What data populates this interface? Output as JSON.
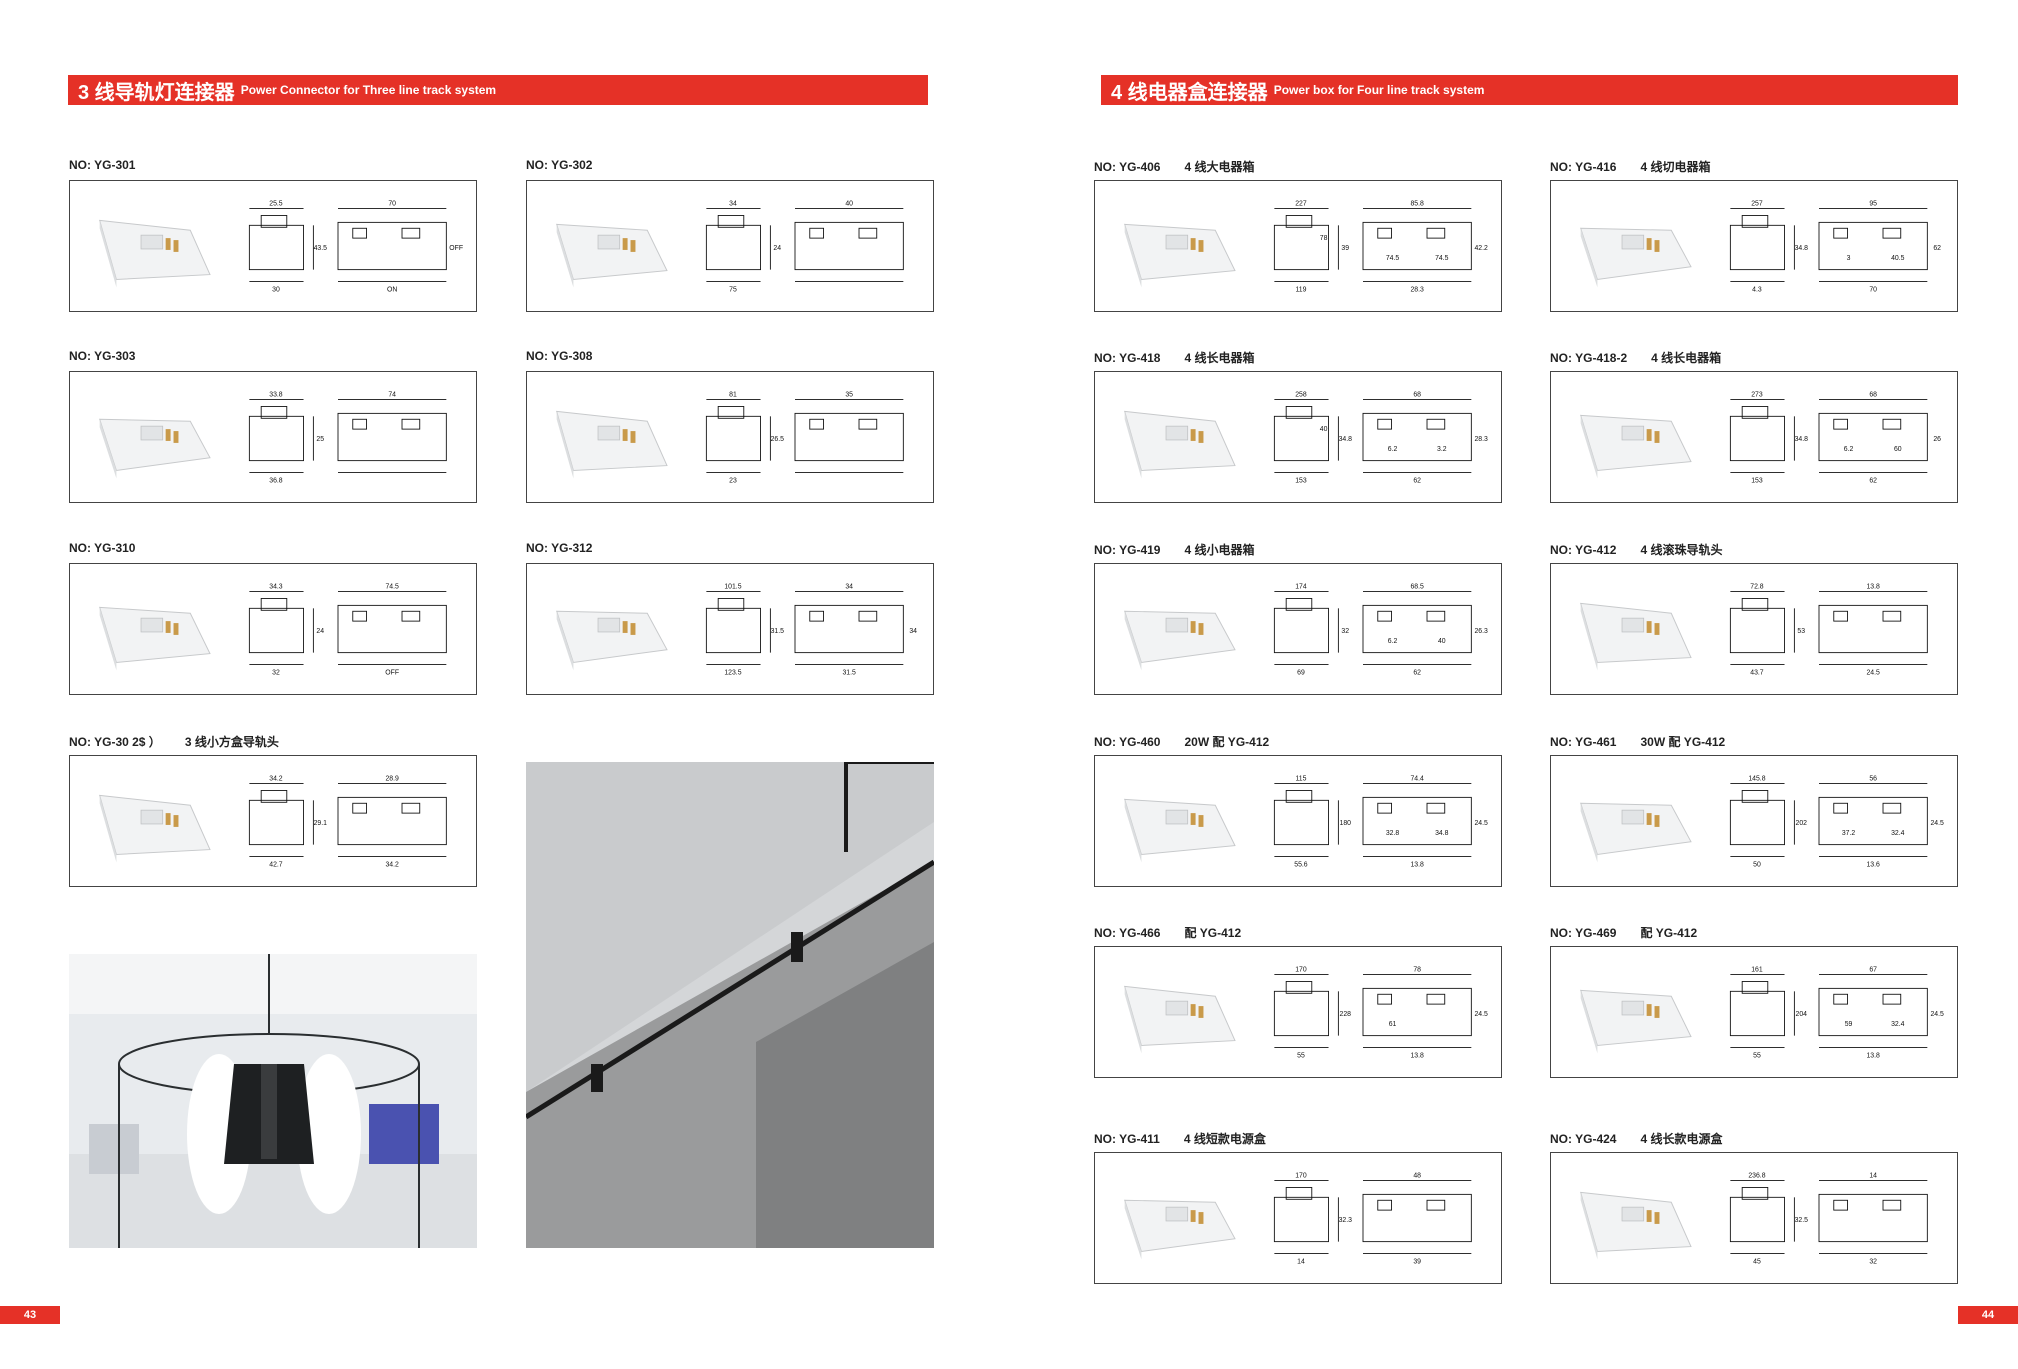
{
  "left_page": {
    "banner": {
      "cn": "3 线导轨灯连接器",
      "en": "Power Connector for Three line track system"
    },
    "page_number": "43",
    "products": [
      {
        "no": "NO: YG-301",
        "sub": "",
        "dims": [
          "25.5",
          "43.5",
          "30",
          "70",
          "ON",
          "OFF"
        ]
      },
      {
        "no": "NO: YG-302",
        "sub": "",
        "dims": [
          "34",
          "24",
          "75",
          "40"
        ]
      },
      {
        "no": "NO: YG-303",
        "sub": "",
        "dims": [
          "33.8",
          "25",
          "36.8",
          "74"
        ]
      },
      {
        "no": "NO: YG-308",
        "sub": "",
        "dims": [
          "81",
          "26.5",
          "23",
          "35"
        ]
      },
      {
        "no": "NO: YG-310",
        "sub": "",
        "dims": [
          "34.3",
          "24",
          "32",
          "74.5",
          "OFF"
        ]
      },
      {
        "no": "NO: YG-312",
        "sub": "",
        "dims": [
          "101.5",
          "31.5",
          "123.5",
          "34",
          "31.5",
          "34"
        ]
      },
      {
        "no": "NO: YG-30 2$ ）",
        "sub": "3 线小方盒导轨头",
        "dims": [
          "34.2",
          "29.1",
          "42.7",
          "28.9",
          "34.2"
        ]
      }
    ]
  },
  "right_page": {
    "banner": {
      "cn": "4 线电器盒连接器",
      "en": "Power box for Four line track system"
    },
    "page_number": "44",
    "products": [
      {
        "no": "NO: YG-406",
        "sub": "4 线大电器箱",
        "dims": [
          "227",
          "39",
          "119",
          "85.8",
          "28.3",
          "42.2",
          "74.5",
          "74.5",
          "78"
        ]
      },
      {
        "no": "NO: YG-416",
        "sub": "4 线切电器箱",
        "dims": [
          "257",
          "34.8",
          "4.3",
          "95",
          "70",
          "62",
          "3",
          "40.5"
        ]
      },
      {
        "no": "NO: YG-418",
        "sub": "4 线长电器箱",
        "dims": [
          "258",
          "34.8",
          "153",
          "68",
          "62",
          "28.3",
          "6.2",
          "3.2",
          "40"
        ]
      },
      {
        "no": "NO: YG-418-2",
        "sub": "4 线长电器箱",
        "dims": [
          "273",
          "34.8",
          "153",
          "68",
          "62",
          "26",
          "6.2",
          "60"
        ]
      },
      {
        "no": "NO: YG-419",
        "sub": "4 线小电器箱",
        "dims": [
          "174",
          "32",
          "69",
          "68.5",
          "62",
          "26.3",
          "6.2",
          "40"
        ]
      },
      {
        "no": "NO: YG-412",
        "sub": "4 线滚珠导轨头",
        "dims": [
          "72.8",
          "53",
          "43.7",
          "13.8",
          "24.5"
        ]
      },
      {
        "no": "NO: YG-460",
        "sub": "20W 配 YG-412",
        "dims": [
          "115",
          "180",
          "55.6",
          "74.4",
          "13.8",
          "24.5",
          "32.8",
          "34.8"
        ]
      },
      {
        "no": "NO: YG-461",
        "sub": "30W 配 YG-412",
        "dims": [
          "145.8",
          "202",
          "50",
          "56",
          "13.6",
          "24.5",
          "37.2",
          "32.4"
        ]
      },
      {
        "no": "NO: YG-466",
        "sub": "配 YG-412",
        "dims": [
          "170",
          "228",
          "55",
          "78",
          "13.8",
          "24.5",
          "61"
        ]
      },
      {
        "no": "NO: YG-469",
        "sub": "配 YG-412",
        "dims": [
          "161",
          "204",
          "55",
          "67",
          "13.8",
          "24.5",
          "59",
          "32.4"
        ]
      },
      {
        "no": "NO: YG-411",
        "sub": "4 线短款电源盒",
        "dims": [
          "170",
          "32.3",
          "14",
          "48",
          "39"
        ]
      },
      {
        "no": "NO: YG-424",
        "sub": "4 线长款电源盒",
        "dims": [
          "236.8",
          "32.5",
          "45",
          "14",
          "32"
        ]
      }
    ]
  },
  "colors": {
    "accent": "#e53127",
    "border": "#444444"
  }
}
